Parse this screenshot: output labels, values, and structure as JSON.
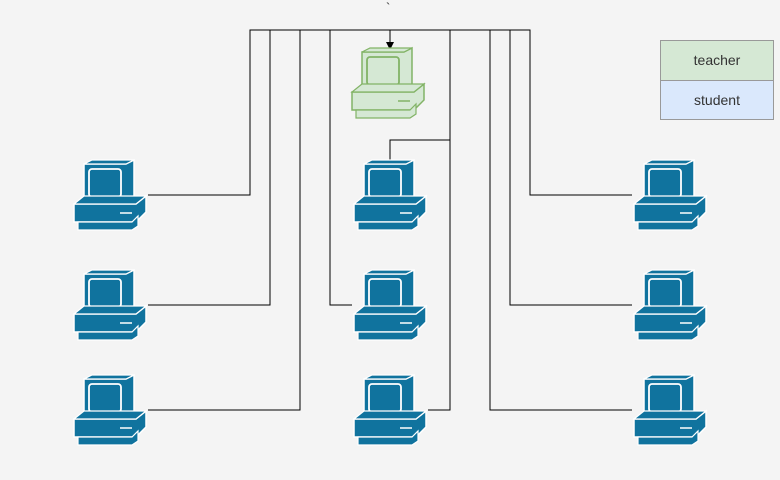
{
  "tick_mark": "`",
  "legend": {
    "teacher": {
      "label": "teacher",
      "color": "#d5e8d4"
    },
    "student": {
      "label": "student",
      "color": "#dae8fc"
    }
  },
  "colors": {
    "teacher_fill": "#d5e8d4",
    "teacher_stroke": "#82b366",
    "student_fill": "#10739e",
    "student_screen": "#10739e",
    "wire": "#000000",
    "background": "#f4f4f4"
  },
  "nodes": [
    {
      "id": "teacher",
      "role": "teacher",
      "icon": "computer-icon"
    },
    {
      "id": "s-left-1",
      "role": "student",
      "icon": "computer-icon"
    },
    {
      "id": "s-left-2",
      "role": "student",
      "icon": "computer-icon"
    },
    {
      "id": "s-left-3",
      "role": "student",
      "icon": "computer-icon"
    },
    {
      "id": "s-mid-1",
      "role": "student",
      "icon": "computer-icon"
    },
    {
      "id": "s-mid-2",
      "role": "student",
      "icon": "computer-icon"
    },
    {
      "id": "s-mid-3",
      "role": "student",
      "icon": "computer-icon"
    },
    {
      "id": "s-right-1",
      "role": "student",
      "icon": "computer-icon"
    },
    {
      "id": "s-right-2",
      "role": "student",
      "icon": "computer-icon"
    },
    {
      "id": "s-right-3",
      "role": "student",
      "icon": "computer-icon"
    }
  ],
  "edges": [
    {
      "from": "s-left-1",
      "to": "teacher"
    },
    {
      "from": "s-left-2",
      "to": "teacher"
    },
    {
      "from": "s-left-3",
      "to": "teacher"
    },
    {
      "from": "s-mid-1",
      "to": "teacher"
    },
    {
      "from": "s-mid-2",
      "to": "teacher"
    },
    {
      "from": "s-mid-3",
      "to": "teacher"
    },
    {
      "from": "s-right-1",
      "to": "teacher"
    },
    {
      "from": "s-right-2",
      "to": "teacher"
    },
    {
      "from": "s-right-3",
      "to": "teacher"
    }
  ]
}
